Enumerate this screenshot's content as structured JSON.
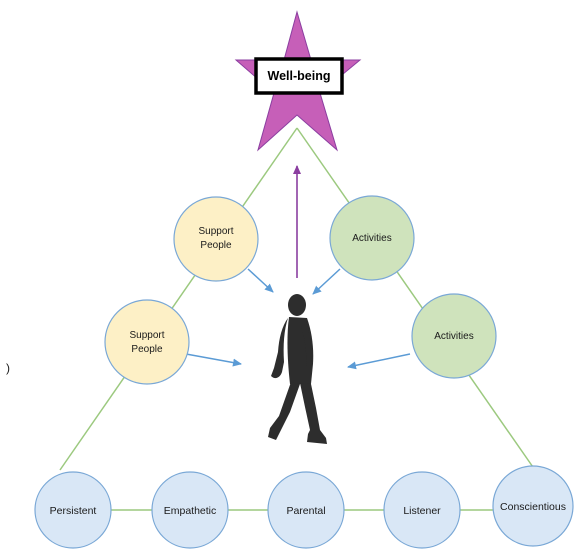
{
  "diagram": {
    "goal": "Well-being",
    "support_upper": [
      "Support",
      "People"
    ],
    "activities_upper": "Activities",
    "support_lower": [
      "Support",
      "People"
    ],
    "activities_lower": "Activities",
    "traits": [
      "Persistent",
      "Empathetic",
      "Parental",
      "Listener",
      "Conscientious"
    ],
    "margin_mark": ")"
  },
  "colors": {
    "star": "#c65fb8",
    "triangle_line": "#9cc97f",
    "support_fill": "#fdf0c6",
    "support_stroke": "#7aa8d6",
    "activities_fill": "#cfe3bc",
    "activities_stroke": "#7aa8d6",
    "trait_fill": "#d9e7f6",
    "trait_stroke": "#7aa8d6",
    "blue_arrow": "#5b9bd5",
    "purple_arrow": "#8b3ea0",
    "person": "#2d2d2d"
  }
}
